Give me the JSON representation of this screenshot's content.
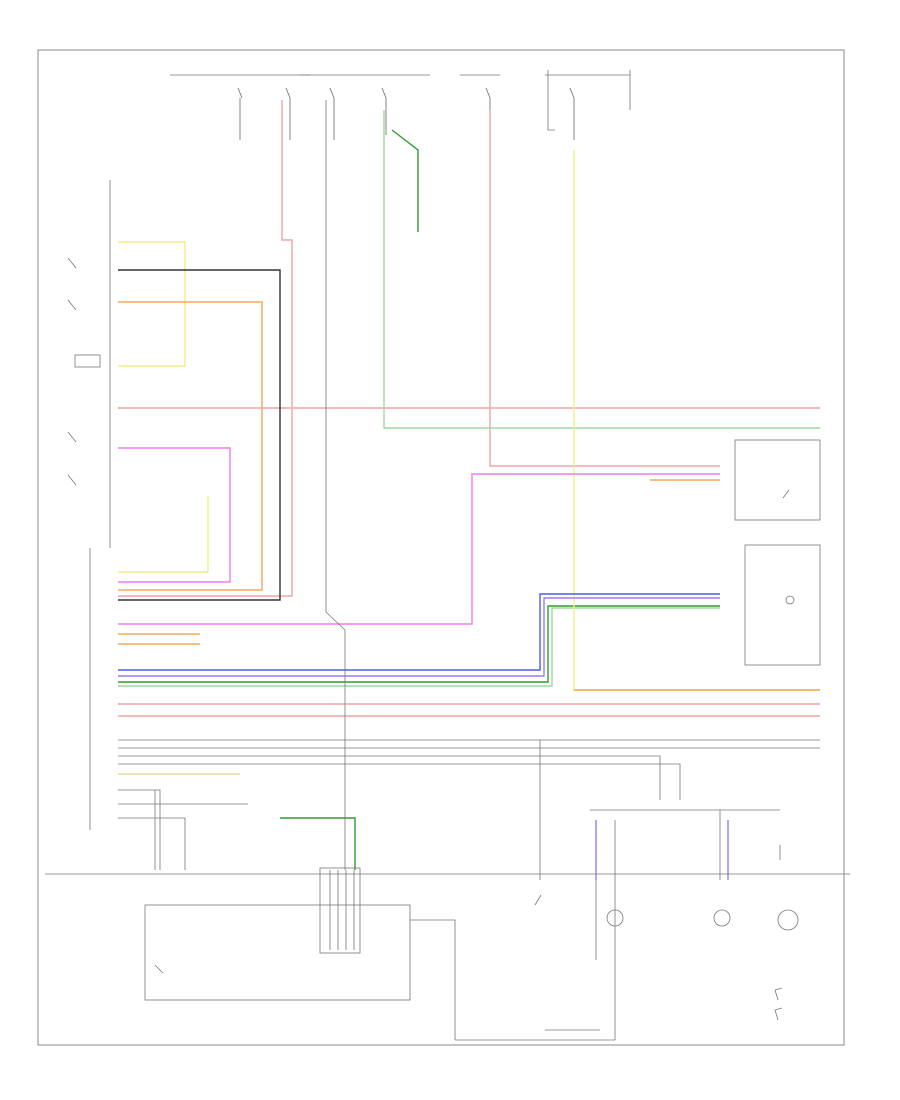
{
  "diagram": {
    "footer_code": "",
    "fuse_boxes": [
      {
        "id": "f1",
        "label": ""
      },
      {
        "id": "f2",
        "label": ""
      },
      {
        "id": "f3",
        "label": ""
      },
      {
        "id": "f4",
        "label": ""
      }
    ],
    "left_components": [
      {
        "id": "c1",
        "label": ""
      },
      {
        "id": "c2",
        "label": ""
      },
      {
        "id": "c3",
        "label": ""
      },
      {
        "id": "c4",
        "label": ""
      },
      {
        "id": "c5",
        "label": ""
      },
      {
        "id": "c6",
        "label": ""
      }
    ],
    "wire_colors": {
      "red": "#f2a3a3",
      "green": "#2e9e2e",
      "light_green": "#9fd89f",
      "orange": "#f5a65b",
      "yellow": "#f2ee8a",
      "pink": "#f07cf0",
      "blue": "#4a5ee8",
      "violet": "#9a7df0",
      "dark": "#333333",
      "gray": "#aaaaaa",
      "cream": "#e8dca0"
    }
  }
}
